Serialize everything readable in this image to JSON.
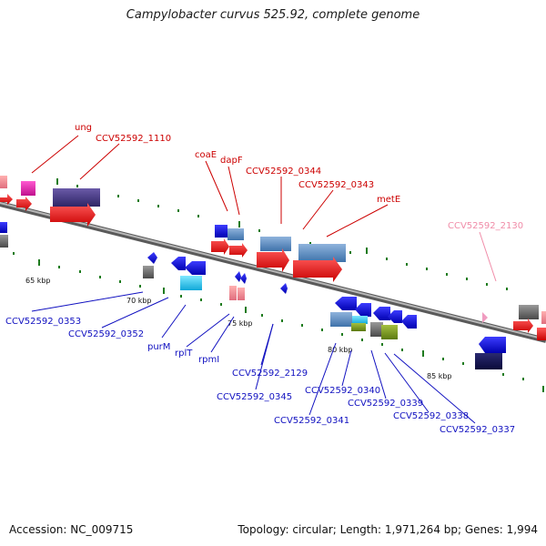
{
  "title": "Campylobacter curvus 525.92, complete genome",
  "footer": {
    "accession": "Accession: NC_009715",
    "summary": "Topology: circular; Length: 1,971,264 bp; Genes: 1,994"
  },
  "colors": {
    "backbone": "#8a8a8a",
    "tick": "#1e7b1e",
    "forward_label": "#cc0000",
    "reverse_label": "#1010c0",
    "faded_label": "#f08ca8"
  },
  "kbp_labels": [
    "65 kbp",
    "70 kbp",
    "75 kbp",
    "80 kbp",
    "85 kbp"
  ],
  "gene_labels": {
    "upper": [
      "ung",
      "CCV52592_1110",
      "coaE",
      "dapF",
      "CCV52592_0344",
      "CCV52592_0343",
      "metE",
      "CCV52592_2130"
    ],
    "lower": [
      "CCV52592_0353",
      "CCV52592_0352",
      "purM",
      "rplT",
      "rpmI",
      "CCV52592_2129",
      "CCV52592_0345",
      "CCV52592_0341",
      "CCV52592_0340",
      "CCV52592_0339",
      "CCV52592_0338",
      "CCV52592_0337"
    ]
  }
}
